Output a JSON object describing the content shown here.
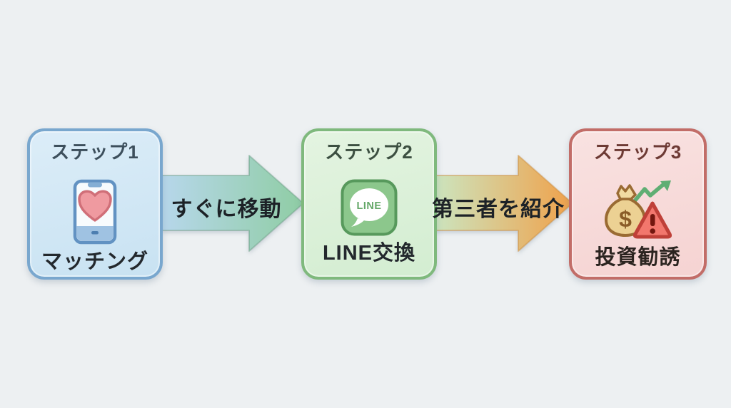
{
  "page": {
    "background_color": "#edf0f2",
    "description_texts": {}
  },
  "steps": [
    {
      "title": "ステップ1",
      "label": "マッチング",
      "icon": "phone-heart-icon",
      "colors": {
        "background": "#cfe5f4",
        "border": "#79a7ce",
        "title": "#3d4f5c",
        "label": "#23282d",
        "heart": "#ef9aa0",
        "phone": "#6292c2"
      }
    },
    {
      "title": "ステップ2",
      "label": "LINE交換",
      "icon": "line-app-icon",
      "icon_text": "LINE",
      "colors": {
        "background": "#daf0d8",
        "border": "#7fb97d",
        "title": "#3c4f41",
        "label": "#23282d",
        "line_square": "#8cc78c"
      }
    },
    {
      "title": "ステップ3",
      "label": "投資勧誘",
      "icon": "money-bag-warning-icon",
      "icon_text": "$",
      "colors": {
        "background": "#f6dad9",
        "border": "#c26d68",
        "title": "#6d3a34",
        "label": "#2b2420",
        "bag": "#ecd193",
        "triangle": "#f2776d",
        "trend": "#5fae73"
      }
    }
  ],
  "arrows": [
    {
      "label": "すぐに移動",
      "from_step": "ステップ1",
      "to_step": "ステップ2",
      "gradient_from": "#b7d7eb",
      "gradient_to": "#8fcda4",
      "label_color": "#1d2227"
    },
    {
      "label": "第三者を紹介",
      "from_step": "ステップ2",
      "to_step": "ステップ3",
      "gradient_from": "#cbe6c1",
      "gradient_to": "#f0a14a",
      "label_color": "#1d2227"
    }
  ]
}
